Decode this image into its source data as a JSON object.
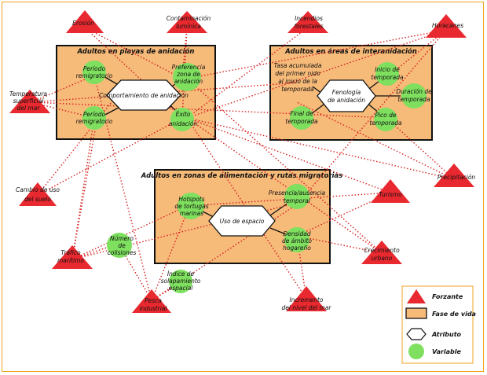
{
  "stages": {
    "beach": "Adultos en playas de anidación",
    "inter": "Adultos en áreas de interanidación",
    "feeding": "Adultos en zonas de alimentación y rutas migratorias"
  },
  "attributes": {
    "nesting_behavior": "Comportamiento de anidación",
    "phenology": [
      "Fenología",
      "de anidación"
    ],
    "space_use": "Uso de espacio"
  },
  "variables": {
    "remig_1": [
      "Período",
      "remigratorio"
    ],
    "pref_zone": [
      "Preferencia",
      "zona de",
      "anidación"
    ],
    "remig_2": [
      "Período",
      "remigratorio"
    ],
    "success": [
      "Éxito",
      "anidación"
    ],
    "season_start": [
      "Inicio de",
      "temporada"
    ],
    "season_duration": [
      "Duración de",
      "temporada"
    ],
    "season_end": [
      "Final de",
      "temporada"
    ],
    "season_peak": [
      "Pico de",
      "temporada"
    ],
    "hotspots": [
      "Hotspots",
      "de tortugas",
      "marinas"
    ],
    "presence": [
      "Presencia/ausencia",
      "temporal"
    ],
    "range_density": [
      "Densidad",
      "de ámbito",
      "hogareño"
    ],
    "collisions": [
      "Número",
      "de",
      "colisiones"
    ],
    "overlap": [
      "Índice de",
      "solapamiento",
      "espacial"
    ]
  },
  "accumulated_rate": [
    "Tasa acumulada",
    "del primer nido",
    "al inicio de la",
    "temporada"
  ],
  "drivers": {
    "erosion": "Erosión",
    "light": [
      "Contaminación",
      "lumínica"
    ],
    "fires": [
      "Incendios",
      "forestales"
    ],
    "hurricanes": "Huracanes",
    "sst": [
      "Temperatura",
      "superficial",
      "del mar"
    ],
    "precip": "Precipitación",
    "landuse": [
      "Cambio de uso",
      "del suelo"
    ],
    "tourism": "Turismo",
    "traffic": [
      "Tráfico",
      "marítimo"
    ],
    "urban": [
      "Crecimiento",
      "urbano"
    ],
    "fishing": [
      "Pesca",
      "industrial"
    ],
    "sealevel": [
      "Incremento",
      "del nivel del mar"
    ]
  },
  "legend": {
    "driver": "Forzante",
    "stage": "Fase de vida",
    "attribute": "Atributo",
    "variable": "Variable"
  },
  "colors": {
    "driver": "#e8292f",
    "stage": "#f6ba79",
    "variable": "#7ee05e",
    "link": "#d62020",
    "frame": "#f0a020"
  }
}
